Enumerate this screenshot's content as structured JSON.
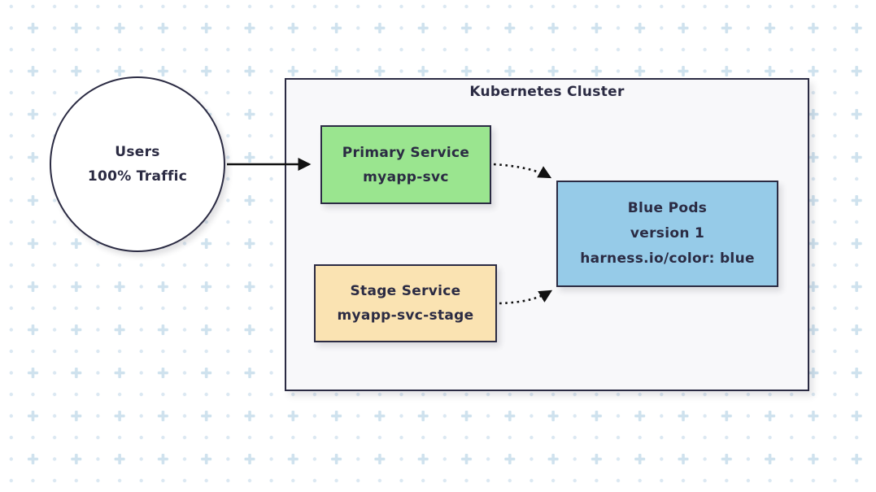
{
  "colors": {
    "ink": "#2b2b43",
    "arrow": "#111111",
    "cluster_fill": "#f8f8fa",
    "dot": "#dbe8f2",
    "plus": "#cfe2ee",
    "primary_fill": "#9ae58f",
    "stage_fill": "#fae3b2",
    "pods_fill": "#96cbe8",
    "users_fill": "#ffffff"
  },
  "cluster": {
    "title": "Kubernetes Cluster"
  },
  "nodes": {
    "users": {
      "lines": [
        "Users",
        "100% Traffic"
      ]
    },
    "primary": {
      "lines": [
        "Primary Service",
        "myapp-svc"
      ]
    },
    "stage": {
      "lines": [
        "Stage Service",
        "myapp-svc-stage"
      ]
    },
    "pods": {
      "lines": [
        "Blue Pods",
        "version 1",
        "harness.io/color: blue"
      ]
    }
  },
  "edges": [
    {
      "name": "users-to-primary",
      "style": "solid-arrow"
    },
    {
      "name": "primary-to-pods",
      "style": "dotted-arrow"
    },
    {
      "name": "stage-to-pods",
      "style": "dotted-arrow"
    }
  ]
}
